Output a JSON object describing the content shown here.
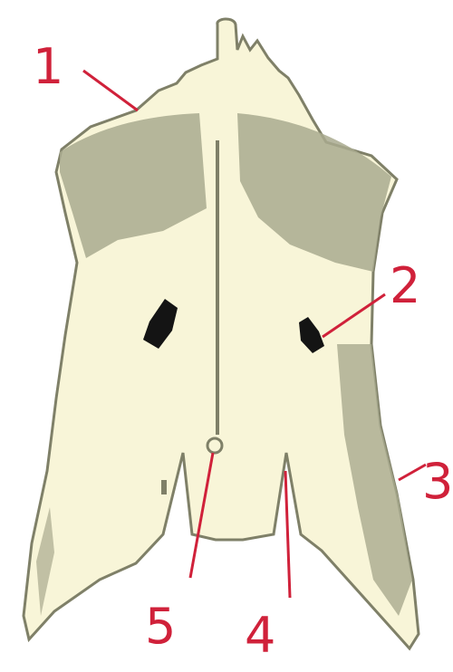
{
  "labels": [
    {
      "id": "1",
      "text": "1"
    },
    {
      "id": "2",
      "text": "2"
    },
    {
      "id": "3",
      "text": "3"
    },
    {
      "id": "4",
      "text": "4"
    },
    {
      "id": "5",
      "text": "5"
    }
  ],
  "colors": {
    "label": "#d0213a",
    "background": "#ffffff",
    "body_fill": "#f8f5d8",
    "patina": "#a9aa8f",
    "outline": "#7f8068",
    "hole": "#141414"
  }
}
